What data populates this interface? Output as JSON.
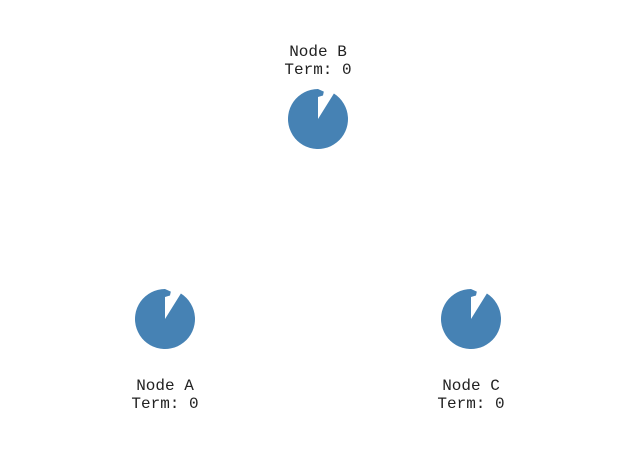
{
  "colors": {
    "node_fill": "#4682b4",
    "node_gap": "#ffffff",
    "text": "#222222",
    "background": "#ffffff"
  },
  "nodes": [
    {
      "id": "B",
      "name": "Node B",
      "term": "Term: 0",
      "label_position": "above"
    },
    {
      "id": "A",
      "name": "Node A",
      "term": "Term: 0",
      "label_position": "below"
    },
    {
      "id": "C",
      "name": "Node C",
      "term": "Term: 0",
      "label_position": "below"
    }
  ]
}
